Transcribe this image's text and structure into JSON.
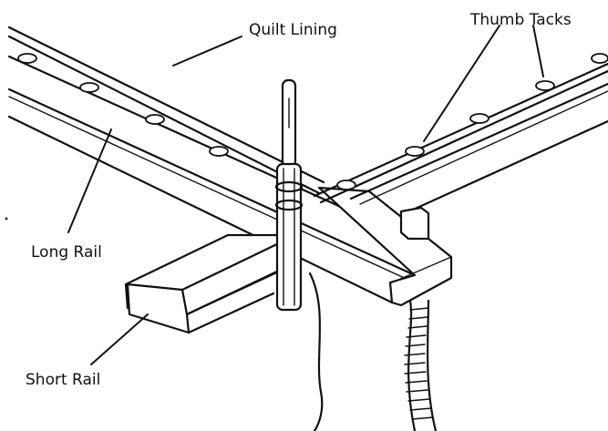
{
  "labels": {
    "quilt_lining": "Quilt Lining",
    "thumb_tacks": "Thumb Tacks",
    "long_rail": "Long Rail",
    "short_rail": "Short Rail"
  }
}
